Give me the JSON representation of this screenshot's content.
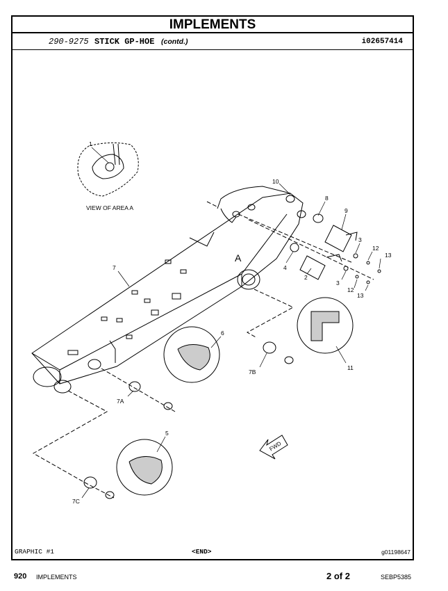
{
  "header": {
    "title": "IMPLEMENTS",
    "part_number": "290-9275",
    "part_name": "STICK GP-HOE",
    "contd": "(contd.)",
    "illustration_id": "i02657414"
  },
  "diagram": {
    "view_caption": "VIEW OF AREA A",
    "area_letter": "A",
    "fwd_label": "FWD",
    "callouts": [
      "1",
      "2",
      "3",
      "3",
      "4",
      "5",
      "6",
      "7",
      "7A",
      "7B",
      "7C",
      "8",
      "9",
      "10",
      "11",
      "12",
      "12",
      "13",
      "13"
    ]
  },
  "footer": {
    "graphic_label": "GRAPHIC #1",
    "end_label": "<END>",
    "graphic_id": "g01198647",
    "page_number": "920",
    "section": "IMPLEMENTS",
    "page_count": "2 of 2",
    "document_id": "SEBP5385"
  }
}
